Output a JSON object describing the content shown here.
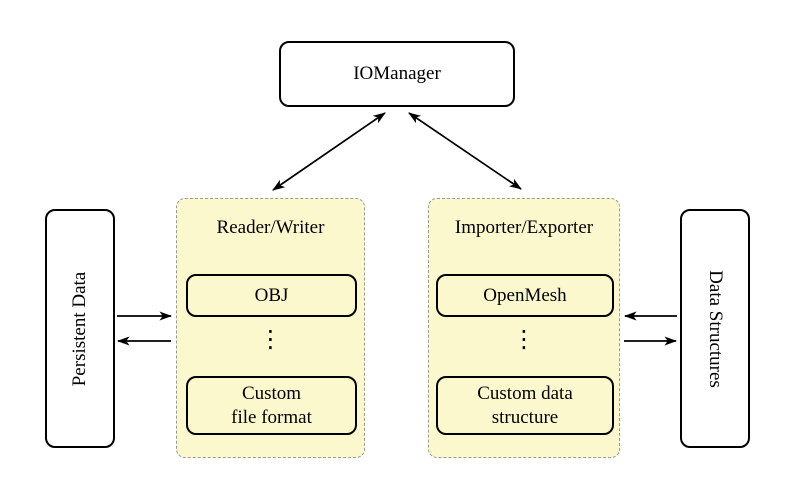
{
  "colors": {
    "group_fill": "#FCF8CE",
    "group_border": "#999999",
    "box_border": "#000000",
    "background": "#FFFFFF"
  },
  "io_manager": {
    "label": "IOManager"
  },
  "persistent_data": {
    "label": "Persistent Data"
  },
  "data_structures": {
    "label": "Data Structures"
  },
  "reader_writer": {
    "title": "Reader/Writer",
    "ellipsis": "⋮",
    "items": [
      {
        "label": "OBJ"
      },
      {
        "label": "Custom\nfile format"
      }
    ]
  },
  "importer_exporter": {
    "title": "Importer/Exporter",
    "ellipsis": "⋮",
    "items": [
      {
        "label": "OpenMesh"
      },
      {
        "label": "Custom data\nstructure"
      }
    ]
  }
}
